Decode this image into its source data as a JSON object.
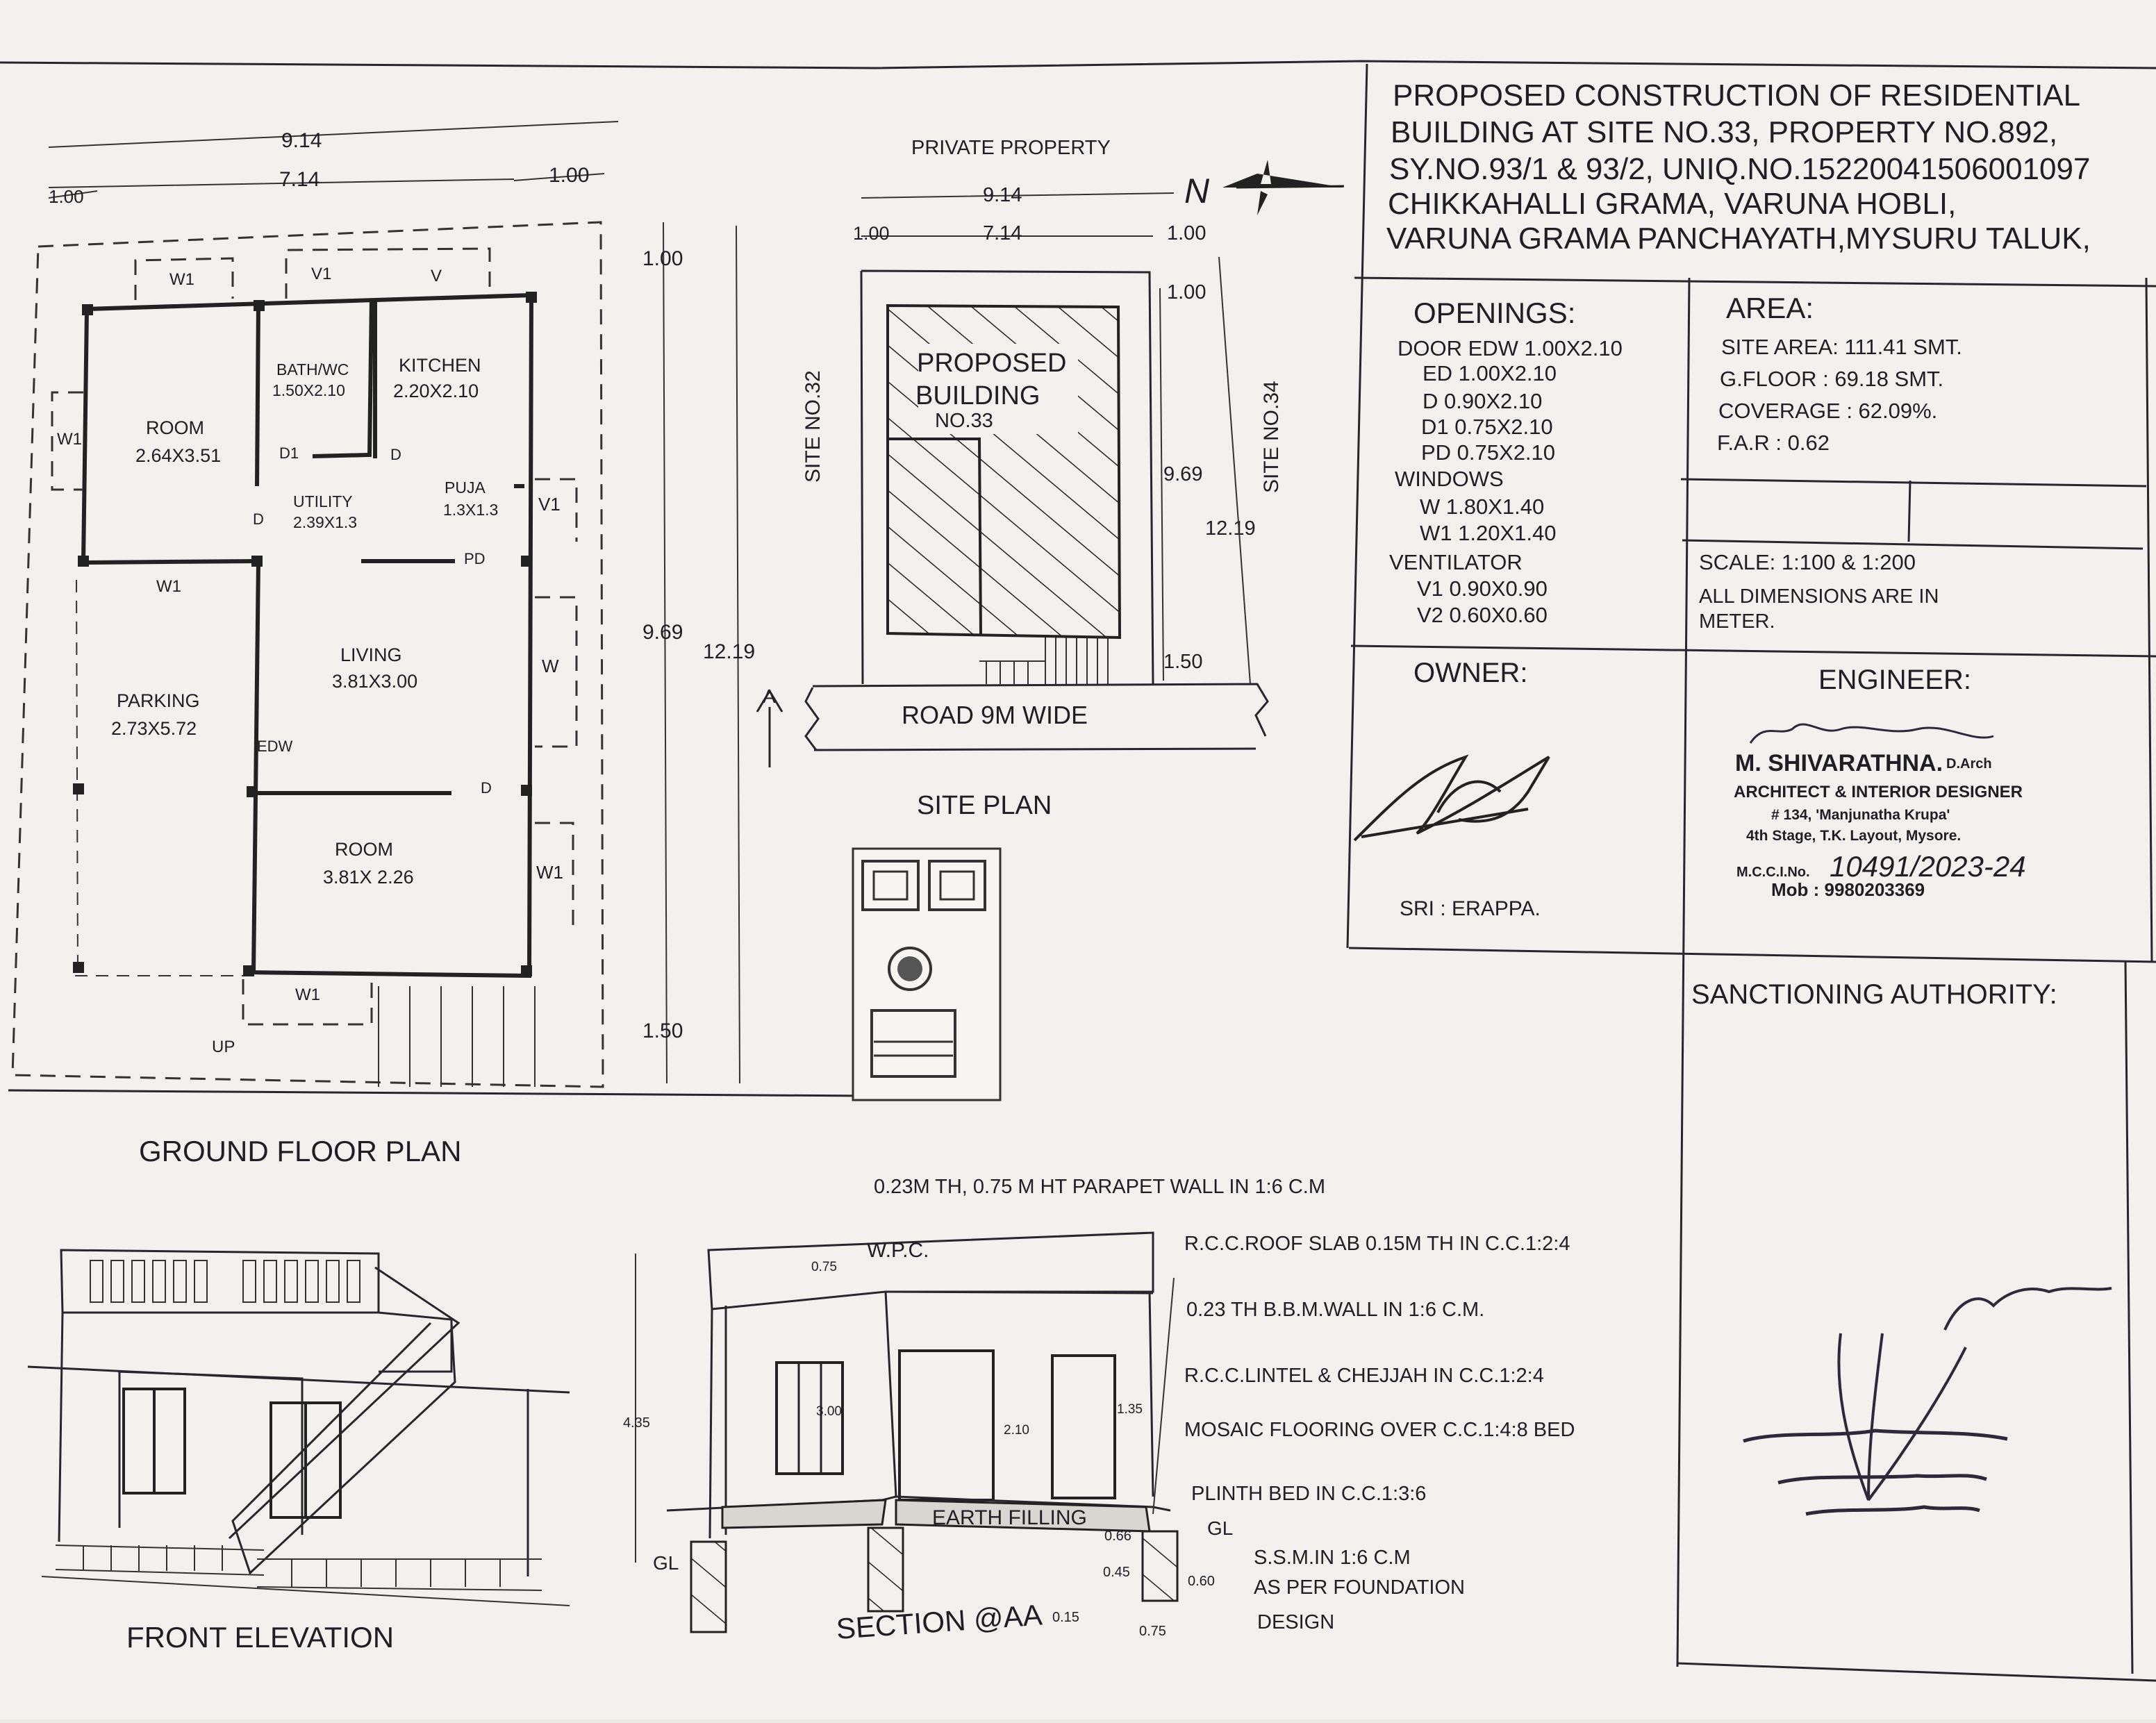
{
  "title_block": {
    "lines": [
      "PROPOSED CONSTRUCTION OF RESIDENTIAL",
      "BUILDING AT SITE NO.33, PROPERTY NO.892,",
      "SY.NO.93/1 & 93/2, UNIQ.NO.15220041506001097",
      "CHIKKAHALLI GRAMA, VARUNA HOBLI,",
      "VARUNA GRAMA PANCHAYATH,MYSURU TALUK,"
    ]
  },
  "openings": {
    "heading": "OPENINGS:",
    "lines": [
      "DOOR    EDW 1.00X2.10",
      "ED 1.00X2.10",
      "D   0.90X2.10",
      "D1 0.75X2.10",
      "PD 0.75X2.10",
      "WINDOWS",
      "W   1.80X1.40",
      "W1 1.20X1.40",
      "VENTILATOR",
      "V1  0.90X0.90",
      "V2  0.60X0.60"
    ]
  },
  "area": {
    "heading": "AREA:",
    "lines": [
      "SITE AREA:  111.41 SMT.",
      "G.FLOOR  :  69.18 SMT.",
      "COVERAGE :  62.09%.",
      "F.A.R   :   0.62"
    ]
  },
  "scale": {
    "line1": "SCALE:  1:100 & 1:200",
    "line2": "ALL DIMENSIONS ARE IN",
    "line3": "METER."
  },
  "owner": {
    "heading": "OWNER:",
    "name": "SRI :   ERAPPA."
  },
  "engineer": {
    "heading": "ENGINEER:",
    "name": "M. SHIVARATHNA.",
    "qualification": "D.Arch",
    "role": "ARCHITECT & INTERIOR DESIGNER",
    "address1": "# 134, 'Manjunatha Krupa'",
    "address2": "4th Stage, T.K. Layout, Mysore.",
    "reg_label": "M.C.C.I.No.",
    "reg_no": "10491/2023-24",
    "mobile": "Mob : 9980203369"
  },
  "sanctioning": {
    "heading": "SANCTIONING AUTHORITY:"
  },
  "ground_floor": {
    "caption": "GROUND FLOOR PLAN",
    "dims": [
      "9.14",
      "7.14",
      "1.00",
      "1.00",
      "1.00",
      "9.69",
      "12.19",
      "1.50"
    ],
    "rooms": [
      {
        "name": "ROOM",
        "size": "2.64X3.51"
      },
      {
        "name": "BATH/WC",
        "size": "1.50X2.10"
      },
      {
        "name": "KITCHEN",
        "size": "2.20X2.10"
      },
      {
        "name": "UTILITY",
        "size": "2.39X1.3"
      },
      {
        "name": "PUJA",
        "size": "1.3X1.3"
      },
      {
        "name": "LIVING",
        "size": "3.81X3.00"
      },
      {
        "name": "PARKING",
        "size": "2.73X5.72"
      },
      {
        "name": "ROOM",
        "size": "3.81X 2.26"
      }
    ],
    "tags": [
      "W1",
      "V1",
      "V",
      "W1",
      "D1",
      "D",
      "D",
      "V1",
      "PD",
      "W1",
      "W",
      "EDW",
      "D",
      "W1",
      "W1",
      "UP"
    ]
  },
  "site_plan": {
    "caption": "SITE   PLAN",
    "private": "PRIVATE  PROPERTY",
    "dims": [
      "9.14",
      "1.00",
      "7.14",
      "1.00",
      "1.00",
      "9.69",
      "12.19",
      "1.50"
    ],
    "building1": "PROPOSED",
    "building2": "BUILDING",
    "building3": "NO.33",
    "site_left": "SITE  NO.32",
    "site_right": "SITE  NO.34",
    "road": "ROAD 9M WIDE",
    "section_mark": "A",
    "north": "N"
  },
  "front_elevation": {
    "caption": "FRONT ELEVATION"
  },
  "section": {
    "caption": "SECTION @AA",
    "labels": [
      "W.P.C.",
      "0.75",
      "3.00",
      "2.10",
      "1.35",
      "4.35",
      "GL",
      "GL",
      "EARTH  FILLING",
      "0.66",
      "0.45",
      "0.60",
      "0.15",
      "0.75"
    ],
    "notes": [
      "0.23M TH,  0.75  M  HT  PARAPET  WALL  IN  1:6  C.M",
      "R.C.C.ROOF  SLAB  0.15M  TH  IN  C.C.1:2:4",
      "0.23  TH  B.B.M.WALL  IN  1:6  C.M.",
      "R.C.C.LINTEL  &  CHEJJAH  IN  C.C.1:2:4",
      "MOSAIC  FLOORING  OVER  C.C.1:4:8  BED",
      "PLINTH  BED  IN  C.C.1:3:6",
      "S.S.M.IN  1:6  C.M",
      "AS  PER  FOUNDATION",
      "DESIGN"
    ]
  },
  "colors": {
    "ink": "#1e1e24",
    "paper": "#f3f1ed",
    "stamp": "#2c2a3a"
  }
}
